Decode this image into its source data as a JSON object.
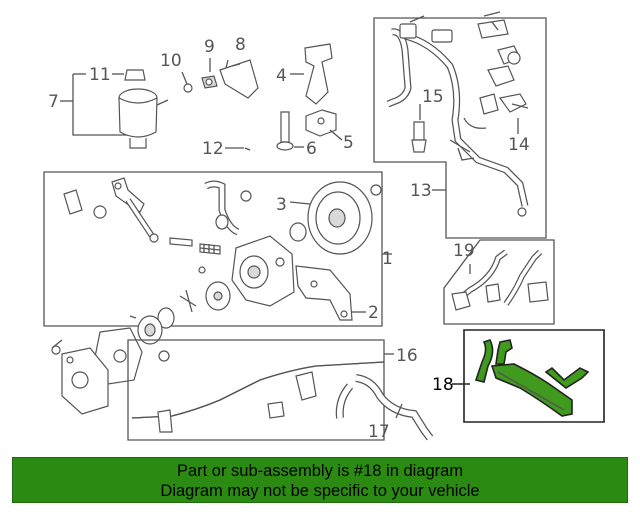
{
  "callouts": {
    "n1": "1",
    "n2": "2",
    "n3": "3",
    "n4": "4",
    "n5": "5",
    "n6": "6",
    "n7": "7",
    "n8": "8",
    "n9": "9",
    "n10": "10",
    "n11": "11",
    "n12": "12",
    "n13": "13",
    "n14": "14",
    "n15": "15",
    "n16": "16",
    "n17": "17",
    "n18": "18",
    "n19": "19"
  },
  "banner": {
    "line1": "Part or sub-assembly is #18 in diagram",
    "line2": "Diagram may not be specific to your vehicle"
  },
  "colors": {
    "highlight": "#3f9a1e",
    "banner_bg": "#2b8a12",
    "line": "#555555"
  }
}
